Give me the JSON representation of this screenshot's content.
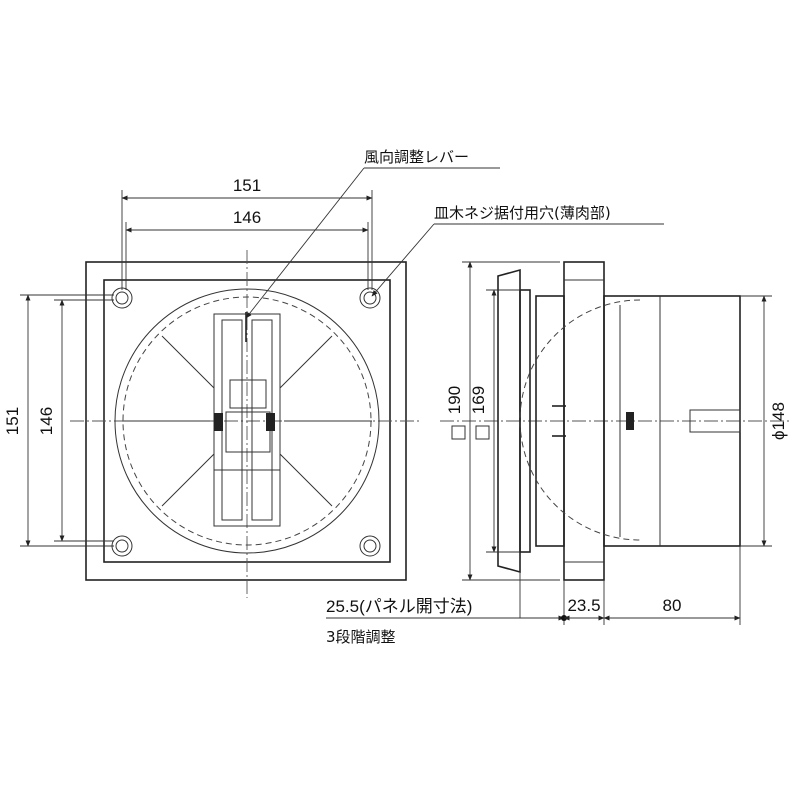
{
  "labels": {
    "lever": "風向調整レバー",
    "screw_hole": "皿木ネジ据付用穴(薄肉部)",
    "adjust": "3段階調整"
  },
  "dimensions": {
    "front_outer_width": "151",
    "front_inner_width": "146",
    "front_outer_height": "151",
    "front_inner_height": "146",
    "side_square_outer": "190",
    "side_square_inner": "169",
    "duct_diameter": "ϕ148",
    "panel_opening": "25.5(パネル開寸法)",
    "depth_front": "23.5",
    "depth_duct": "80"
  }
}
